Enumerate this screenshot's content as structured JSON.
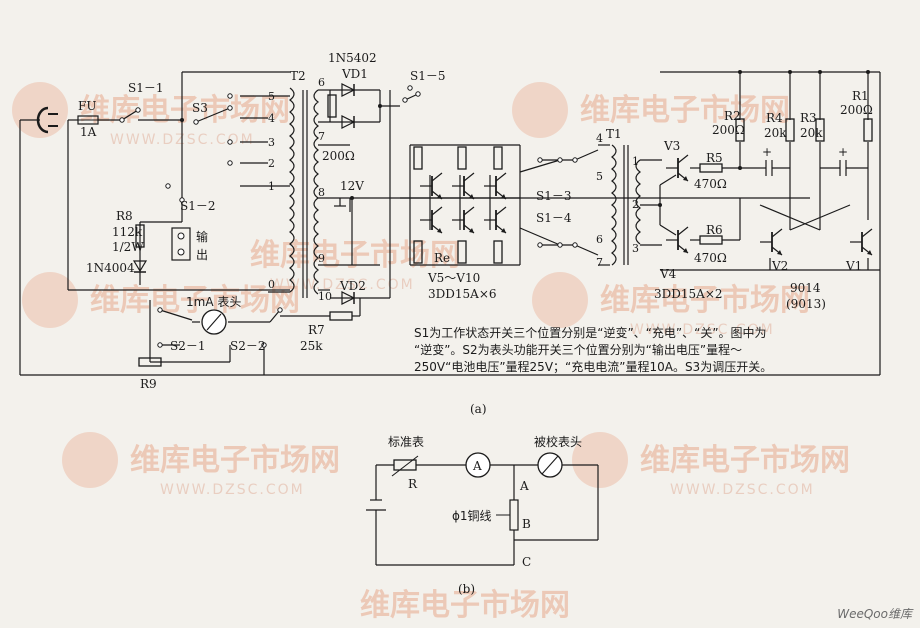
{
  "labels": {
    "fu": "FU",
    "fu_rating": "1A",
    "s1_1": "S1－1",
    "s1_2": "S1－2",
    "s1_3": "S1－3",
    "s1_4": "S1－4",
    "s1_5": "S1－5",
    "s3": "S3",
    "t2": "T2",
    "t1": "T1",
    "taps": [
      "5",
      "4",
      "3",
      "2",
      "1",
      "0",
      "6",
      "7",
      "8",
      "9",
      "10"
    ],
    "d1n5402": "1N5402",
    "vd1": "VD1",
    "vd2": "VD2",
    "r_200": "200Ω",
    "v12": "12V",
    "r8": "R8",
    "r8_val": "112k",
    "r8_pow": "1/2W",
    "d1n4004": "1N4004",
    "output": "输",
    "output2": "出",
    "meter": "1mA 表头",
    "r7": "R7",
    "r7_val": "25k",
    "s2_1": "S2－1",
    "s2_2": "S2－2",
    "r9": "R9",
    "re": "Re",
    "v5_10": "V5～V10",
    "v5_10_type": "3DD15A×6",
    "v3": "V3",
    "v4": "V4",
    "v4_type": "3DD15A×2",
    "r5": "R5",
    "r5_val": "470Ω",
    "r6": "R6",
    "r6_val": "470Ω",
    "r2": "R2",
    "r2_val": "200Ω",
    "r4": "R4",
    "r4_val": "20k",
    "r3": "R3",
    "r3_val": "20k",
    "r1": "R1",
    "r1_val": "200Ω",
    "v2": "V2",
    "v1": "V1",
    "t9014": "9014",
    "t9013": "(9013)",
    "t1_pins": [
      "4",
      "5",
      "1",
      "2",
      "3",
      "6",
      "7"
    ],
    "plus": "+"
  },
  "note_lines": [
    "S1为工作状态开关三个位置分别是“逆变”、“充电”、“关”。图中为",
    "“逆变”。S2为表头功能开关三个位置分别为“输出电压”量程～",
    "250V“电池电压”量程25V；“充电电流”量程10A。S3为调压开关。"
  ],
  "caption_a": "(a)",
  "caption_b": "(b)",
  "fig_b": {
    "std_meter": "标准表",
    "meter_under_test": "被校表头",
    "r": "R",
    "a_sym": "A",
    "pt_a": "A",
    "pt_b": "B",
    "pt_c": "C",
    "wire": "ϕ1铜线"
  },
  "watermark": {
    "cn": "维库电子市场网",
    "url": "WWW.DZSC.COM"
  },
  "brand": "WeeQoo维库"
}
